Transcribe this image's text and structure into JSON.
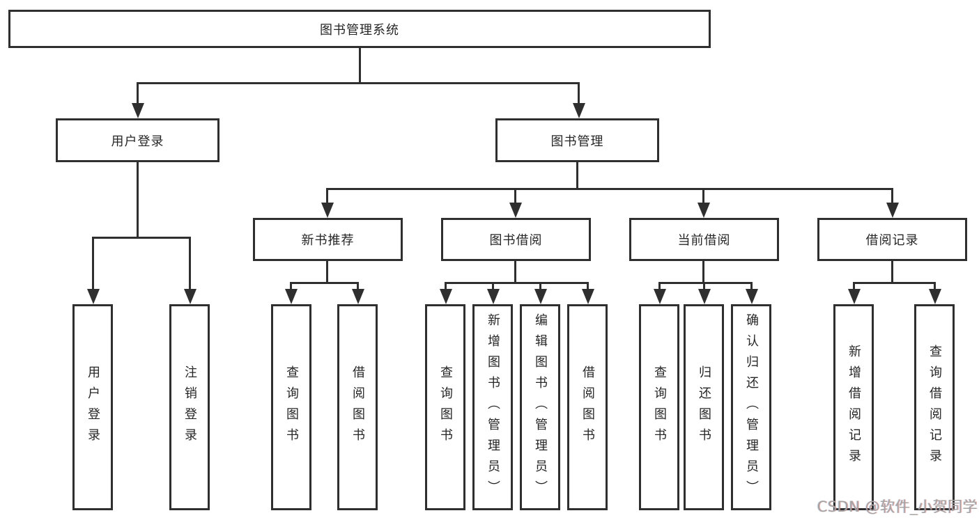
{
  "colors": {
    "line": "#2f2f2f",
    "box_border": "#2f2f2f",
    "text": "#262626",
    "background": "#ffffff",
    "watermark": "#a6a3a1"
  },
  "diagram_type": "hierarchy-tree",
  "root": {
    "label": "图书管理系统"
  },
  "level1": [
    {
      "label": "用户登录",
      "parent": "图书管理系统"
    },
    {
      "label": "图书管理",
      "parent": "图书管理系统"
    }
  ],
  "level2": [
    {
      "label": "新书推荐",
      "parent": "图书管理"
    },
    {
      "label": "图书借阅",
      "parent": "图书管理"
    },
    {
      "label": "当前借阅",
      "parent": "图书管理"
    },
    {
      "label": "借阅记录",
      "parent": "图书管理"
    }
  ],
  "leaves": [
    {
      "label": "用户登录",
      "parent": "用户登录"
    },
    {
      "label": "注销登录",
      "parent": "用户登录"
    },
    {
      "label": "查询图书",
      "parent": "新书推荐"
    },
    {
      "label": "借阅图书",
      "parent": "新书推荐"
    },
    {
      "label": "查询图书",
      "parent": "图书借阅"
    },
    {
      "label": "新增图书（管理员）",
      "parent": "图书借阅"
    },
    {
      "label": "编辑图书（管理员）",
      "parent": "图书借阅"
    },
    {
      "label": "借阅图书",
      "parent": "图书借阅"
    },
    {
      "label": "查询图书",
      "parent": "当前借阅"
    },
    {
      "label": "归还图书",
      "parent": "当前借阅"
    },
    {
      "label": "确认归还（管理员）",
      "parent": "当前借阅"
    },
    {
      "label": "新增借阅记录",
      "parent": "借阅记录"
    },
    {
      "label": "查询借阅记录",
      "parent": "借阅记录"
    }
  ],
  "watermark": {
    "text": "CSDN @软件_小贺同学"
  }
}
